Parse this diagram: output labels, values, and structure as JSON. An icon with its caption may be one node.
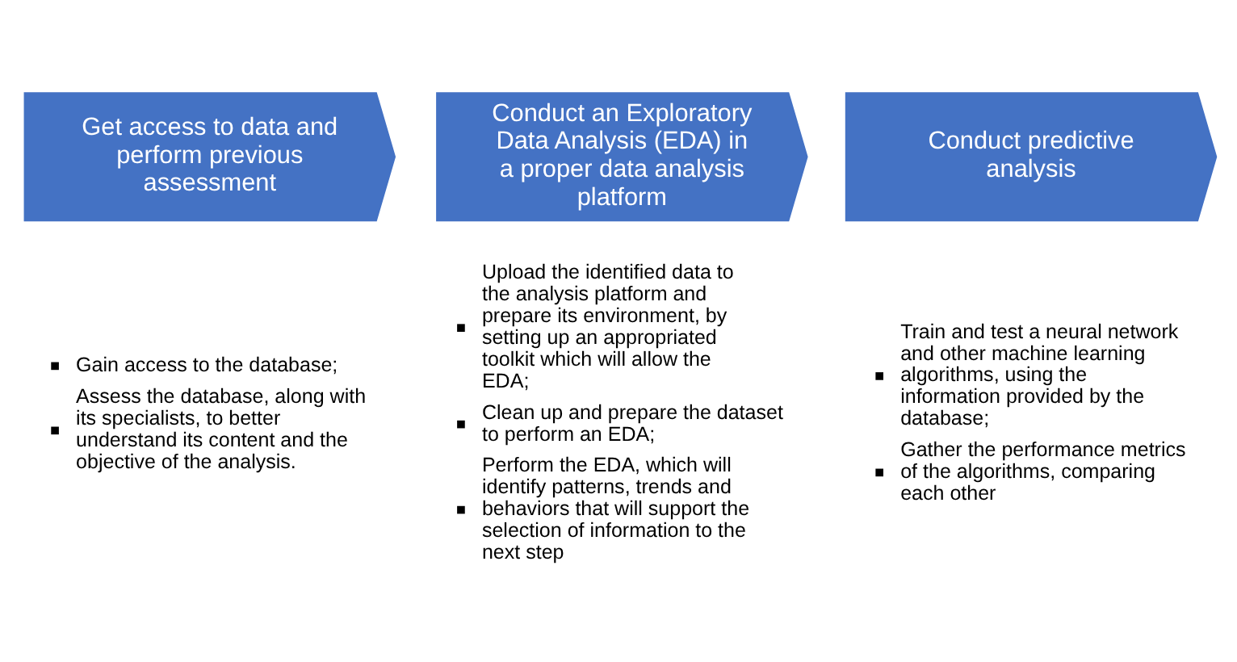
{
  "diagram": {
    "nodes": [
      {
        "text": [
          "Get access to data and perform previous assessment"
        ],
        "beside": [
          "Gain access to the database;",
          "Assess the database, along with its specialists, to better understand its content and the objective of the analysis."
        ]
      },
      {
        "text": [
          "Conduct an Exploratory Data Analysis (EDA) in a proper data analysis platform"
        ],
        "beside": [
          "Upload the identified data to the analysis platform and prepare its environment, by setting up an appropriated toolkit which will allow the EDA;",
          "Clean up and prepare the dataset to perform an EDA;",
          "Perform the EDA, which will identify patterns, trends and behaviors that will support the selection of information to the next step"
        ]
      },
      {
        "text": [
          "Conduct predictive analysis"
        ],
        "beside": [
          "Train and test a neural network and other machine learning algorithms, using the information provided by the database;",
          "Gather the performance metrics of the algorithms, comparing each other"
        ]
      }
    ]
  }
}
